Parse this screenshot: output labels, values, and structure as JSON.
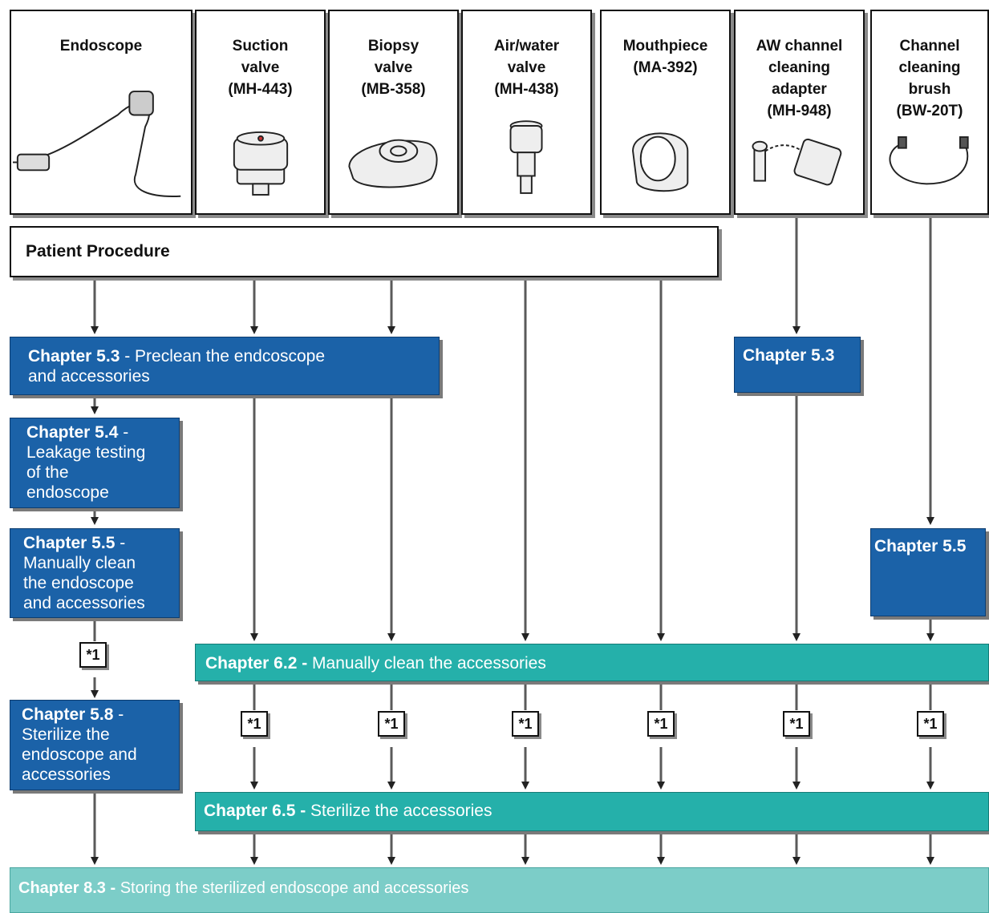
{
  "columns": [
    {
      "title": "Endoscope",
      "icon": "endoscope-icon"
    },
    {
      "title": "Suction\nvalve\n(MH-443)",
      "icon": "suction-valve-icon"
    },
    {
      "title": "Biopsy\nvalve\n(MB-358)",
      "icon": "biopsy-valve-icon"
    },
    {
      "title": "Air/water\nvalve\n(MH-438)",
      "icon": "air-water-valve-icon"
    },
    {
      "title": "Mouthpiece\n(MA-392)",
      "icon": "mouthpiece-icon"
    },
    {
      "title": "AW channel\ncleaning\nadapter\n(MH-948)",
      "icon": "cleaning-adapter-icon"
    },
    {
      "title": "Channel\ncleaning\nbrush\n(BW-20T)",
      "icon": "cleaning-brush-icon"
    }
  ],
  "patient_procedure": "Patient Procedure",
  "steps": {
    "preclean": {
      "chapter": "Chapter 5.3",
      "text": " - Preclean the endcoscope\nand accessories"
    },
    "preclean_adapter": {
      "chapter": "Chapter 5.3"
    },
    "leakage": {
      "chapter": "Chapter 5.4",
      "text": " -\nLeakage testing\nof the\nendoscope"
    },
    "manual_clean": {
      "chapter": "Chapter 5.5",
      "text": " -\nManually clean\nthe endoscope\nand accessories"
    },
    "manual_clean_brush": {
      "chapter": "Chapter 5.5"
    },
    "manual_clean_acc": {
      "chapter": "Chapter 6.2 -",
      "text": " Manually clean the accessories"
    },
    "sterilize_endo": {
      "chapter": "Chapter 5.8",
      "text": " -\nSterilize the\nendoscope and\naccessories"
    },
    "sterilize_acc": {
      "chapter": "Chapter 6.5 -",
      "text": " Sterilize the accessories"
    },
    "storing": {
      "chapter": "Chapter 8.3 -",
      "text": " Storing the sterilized endoscope and accessories"
    }
  },
  "footnote_marker": "*1",
  "colors": {
    "blue": "#1b62a8",
    "teal": "#25b0aa",
    "teal_light": "#7ccdc8",
    "arrow": "#555555"
  }
}
